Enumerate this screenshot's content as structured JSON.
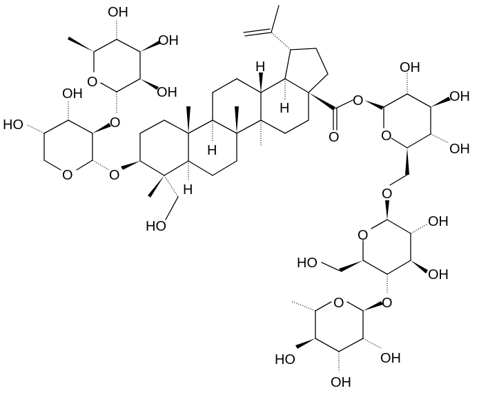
{
  "diagram": {
    "type": "chemical-structure",
    "description": "Lupane-type triterpenoid saponin (betulinic acid derivative) with glycosidic chains at C-3 and C-28",
    "labels": {
      "rha1_oh_top": "OH",
      "rha1_oh_right1": "OH",
      "rha1_oh_right2": "OH",
      "rha1_ring_o": "O",
      "ara_oh_top": "OH",
      "ara_oh_left": "HO",
      "ara_ring_o": "O",
      "link_o_ara_rha": "O",
      "link_o_c3": "O",
      "c23_oh": "HO",
      "h_9": "H",
      "h_5": "H",
      "h_13": "H",
      "h_18": "H",
      "ester_o": "O",
      "carbonyl_o": "O",
      "glc1_ring_o": "O",
      "glc1_oh_2": "OH",
      "glc1_oh_3": "OH",
      "glc1_oh_4": "OH",
      "link_o_glc1_glc2": "O",
      "glc2_ring_o": "O",
      "glc2_oh_2": "OH",
      "glc2_oh_3": "OH",
      "glc2_ch2oh": "HO",
      "link_o_glc2_rha2": "O",
      "rha2_ring_o": "O",
      "rha2_oh_2": "OH",
      "rha2_oh_3": "OH",
      "rha2_oh_4": "HO"
    }
  }
}
